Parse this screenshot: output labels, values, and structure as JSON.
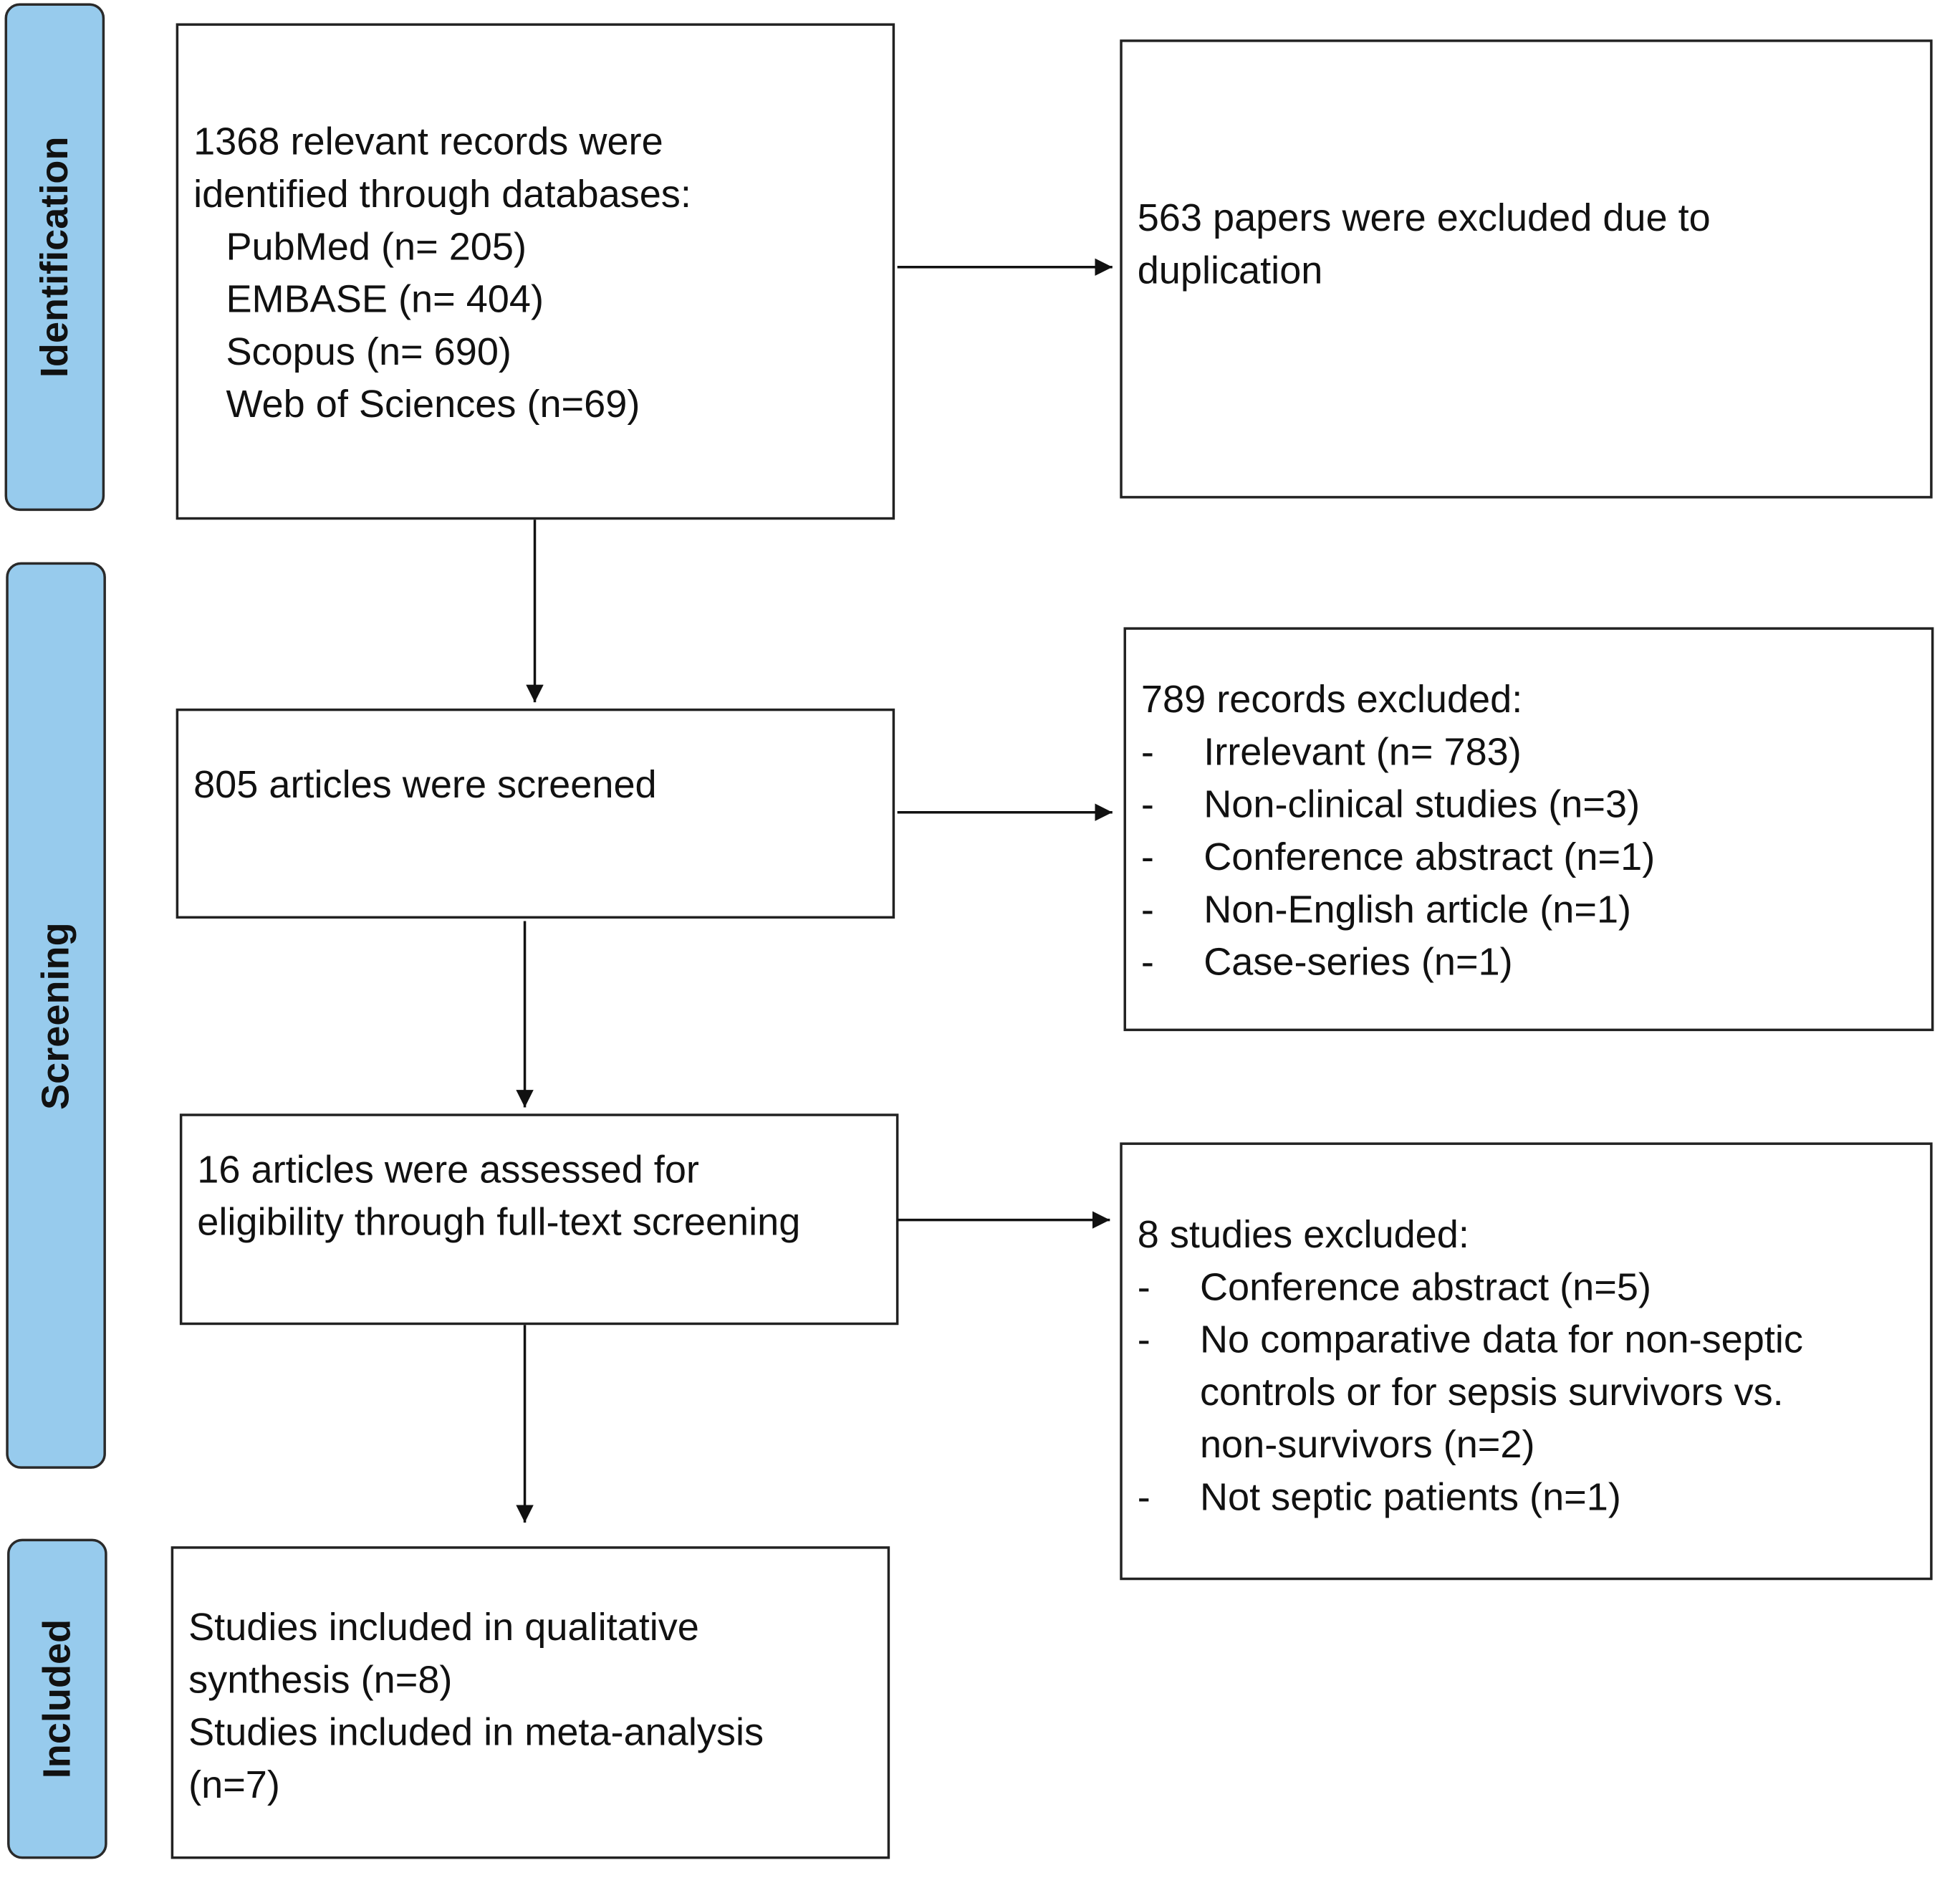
{
  "phases": {
    "identification": "Identification",
    "screening": "Screening",
    "included": "Included"
  },
  "boxes": {
    "records_identified": {
      "title_line1": "1368 relevant records were",
      "title_line2": "identified through databases:",
      "databases": [
        "PubMed (n= 205)",
        "EMBASE (n= 404)",
        "Scopus (n= 690)",
        "Web of Sciences (n=69)"
      ]
    },
    "duplicates_excluded": {
      "line1": "563 papers were excluded due to",
      "line2": "duplication"
    },
    "screened": {
      "line1": "805 articles were screened"
    },
    "records_excluded": {
      "title": "789 records excluded:",
      "items": [
        "Irrelevant (n= 783)",
        "Non-clinical studies (n=3)",
        "Conference abstract (n=1)",
        "Non-English article (n=1)",
        "Case-series (n=1)"
      ]
    },
    "full_text": {
      "line1": "16 articles were assessed for",
      "line2": "eligibility through full-text screening"
    },
    "studies_excluded": {
      "title": "8 studies excluded:",
      "item1": "Conference abstract (n=5)",
      "item2_line1": "No comparative data for non-septic",
      "item2_line2": "controls or for sepsis survivors vs.",
      "item2_line3": "non-survivors (n=2)",
      "item3": "Not septic patients (n=1)"
    },
    "included": {
      "line1": "Studies included in qualitative",
      "line2": "synthesis (n=8)",
      "line3": "Studies included in meta-analysis",
      "line4": "(n=7)"
    }
  },
  "bullet_marker": "-"
}
